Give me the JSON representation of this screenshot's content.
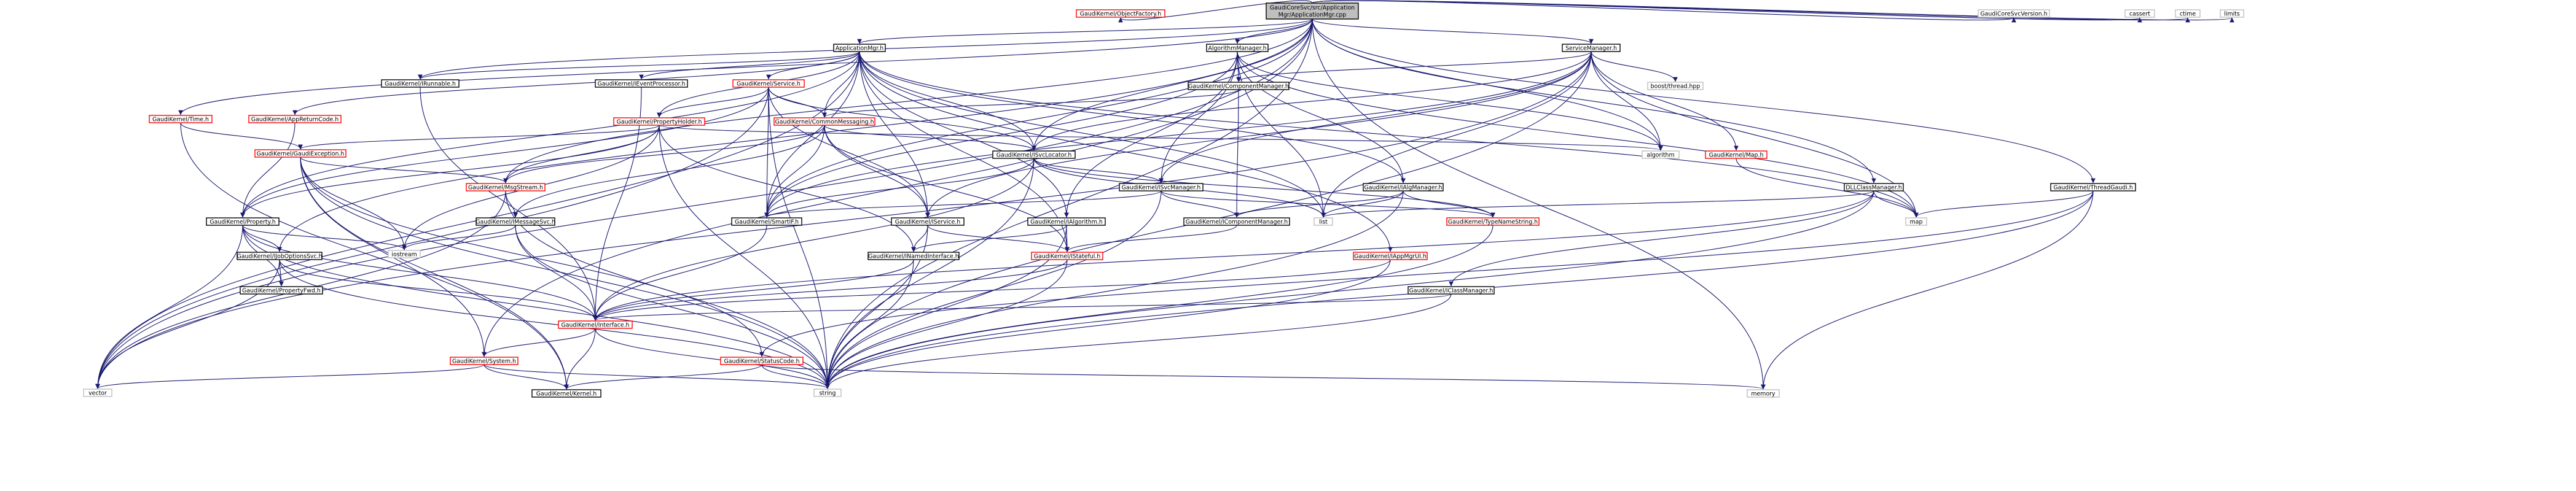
{
  "colors": {
    "edge": "#191970",
    "node_border_normal": "#000000",
    "node_border_linked": "#bfbfbf",
    "node_border_missing": "#ff0000",
    "node_fill": "#ffffff",
    "root_fill": "#bfbfbf",
    "text": "#000000"
  },
  "nodes": [
    {
      "id": "root",
      "label": "GaudiCoreSvc/src/ApplicationMgr/ApplicationMgr.cpp",
      "lines": [
        "GaudiCoreSvc/src/Application",
        "Mgr/ApplicationMgr.cpp"
      ],
      "kind": "root"
    },
    {
      "id": "appmgr",
      "label": "ApplicationMgr.h",
      "kind": "normal"
    },
    {
      "id": "irunnable",
      "label": "GaudiKernel/IRunnable.h",
      "kind": "normal"
    },
    {
      "id": "ieventproc",
      "label": "GaudiKernel/IEventProcessor.h",
      "kind": "normal"
    },
    {
      "id": "service",
      "label": "GaudiKernel/Service.h",
      "kind": "missing"
    },
    {
      "id": "appret",
      "label": "GaudiKernel/AppReturnCode.h",
      "kind": "missing"
    },
    {
      "id": "time",
      "label": "GaudiKernel/Time.h",
      "kind": "missing"
    },
    {
      "id": "propholder",
      "label": "GaudiKernel/PropertyHolder.h",
      "kind": "missing"
    },
    {
      "id": "commonmsg",
      "label": "GaudiKernel/CommonMessaging.h",
      "kind": "missing"
    },
    {
      "id": "gaudiexc",
      "label": "GaudiKernel/GaudiException.h",
      "kind": "missing"
    },
    {
      "id": "msgstream",
      "label": "GaudiKernel/MsgStream.h",
      "kind": "missing"
    },
    {
      "id": "property",
      "label": "GaudiKernel/Property.h",
      "kind": "normal"
    },
    {
      "id": "imsgsvc",
      "label": "GaudiKernel/IMessageSvc.h",
      "kind": "normal"
    },
    {
      "id": "smartif",
      "label": "GaudiKernel/SmartIF.h",
      "kind": "normal"
    },
    {
      "id": "ijoboptions",
      "label": "GaudiKernel/IJobOptionsSvc.h",
      "kind": "normal"
    },
    {
      "id": "propfwd",
      "label": "GaudiKernel/PropertyFwd.h",
      "kind": "normal"
    },
    {
      "id": "iostream",
      "label": "iostream",
      "kind": "linked"
    },
    {
      "id": "interface",
      "label": "GaudiKernel/Interface.h",
      "kind": "missing"
    },
    {
      "id": "system",
      "label": "GaudiKernel/System.h",
      "kind": "missing"
    },
    {
      "id": "vector",
      "label": "vector",
      "kind": "linked"
    },
    {
      "id": "kernel",
      "label": "GaudiKernel/Kernel.h",
      "kind": "normal"
    },
    {
      "id": "string",
      "label": "string",
      "kind": "linked"
    },
    {
      "id": "statuscode",
      "label": "GaudiKernel/StatusCode.h",
      "kind": "missing"
    },
    {
      "id": "memory",
      "label": "memory",
      "kind": "linked"
    },
    {
      "id": "objfactory",
      "label": "GaudiKernel/ObjectFactory.h",
      "kind": "missing"
    },
    {
      "id": "algmanager",
      "label": "AlgorithmManager.h",
      "kind": "normal"
    },
    {
      "id": "compmgr",
      "label": "GaudiKernel/ComponentManager.h",
      "kind": "normal"
    },
    {
      "id": "algorithm",
      "label": "algorithm",
      "kind": "linked"
    },
    {
      "id": "svclocator",
      "label": "GaudiKernel/ISvcLocator.h",
      "kind": "normal"
    },
    {
      "id": "isvcmanager",
      "label": "GaudiKernel/ISvcManager.h",
      "kind": "normal"
    },
    {
      "id": "ialgmanager",
      "label": "GaudiKernel/IAlgManager.h",
      "kind": "normal"
    },
    {
      "id": "iservice",
      "label": "GaudiKernel/IService.h",
      "kind": "normal"
    },
    {
      "id": "icompmgr",
      "label": "GaudiKernel/IComponentManager.h",
      "kind": "normal"
    },
    {
      "id": "ialgorithm",
      "label": "GaudiKernel/IAlgorithm.h",
      "kind": "normal"
    },
    {
      "id": "inamed",
      "label": "GaudiKernel/INamedInterface.h",
      "kind": "normal"
    },
    {
      "id": "istateful",
      "label": "GaudiKernel/IStateful.h",
      "kind": "missing"
    },
    {
      "id": "list",
      "label": "list",
      "kind": "linked"
    },
    {
      "id": "map",
      "label": "map",
      "kind": "linked"
    },
    {
      "id": "typename",
      "label": "GaudiKernel/TypeNameString.h",
      "kind": "missing"
    },
    {
      "id": "iappmgrui",
      "label": "GaudiKernel/IAppMgrUI.h",
      "kind": "missing"
    },
    {
      "id": "svcmanager",
      "label": "ServiceManager.h",
      "kind": "normal"
    },
    {
      "id": "boostthread",
      "label": "boost/thread.hpp",
      "kind": "linked"
    },
    {
      "id": "gkmap",
      "label": "GaudiKernel/Map.h",
      "kind": "missing"
    },
    {
      "id": "dllclassmgr",
      "label": "DLLClassManager.h",
      "kind": "normal"
    },
    {
      "id": "iclassmgr",
      "label": "GaudiKernel/IClassManager.h",
      "kind": "normal"
    },
    {
      "id": "threadgaudi",
      "label": "GaudiKernel/ThreadGaudi.h",
      "kind": "normal"
    },
    {
      "id": "version",
      "label": "GaudiCoreSvcVersion.h",
      "kind": "linked"
    },
    {
      "id": "cassert",
      "label": "cassert",
      "kind": "linked"
    },
    {
      "id": "ctime",
      "label": "ctime",
      "kind": "linked"
    },
    {
      "id": "limits",
      "label": "limits",
      "kind": "linked"
    }
  ],
  "edges": [
    [
      "root",
      "irunnable"
    ],
    [
      "root",
      "appmgr"
    ],
    [
      "root",
      "objfactory"
    ],
    [
      "root",
      "algmanager"
    ],
    [
      "root",
      "svcmanager"
    ],
    [
      "root",
      "version"
    ],
    [
      "root",
      "cassert"
    ],
    [
      "root",
      "ctime"
    ],
    [
      "root",
      "limits"
    ],
    [
      "root",
      "time"
    ],
    [
      "root",
      "msgstream"
    ],
    [
      "root",
      "ijoboptions"
    ],
    [
      "root",
      "smartif"
    ],
    [
      "root",
      "dllclassmgr"
    ],
    [
      "root",
      "threadgaudi"
    ],
    [
      "root",
      "svclocator"
    ],
    [
      "root",
      "system"
    ],
    [
      "root",
      "string"
    ],
    [
      "root",
      "memory"
    ],
    [
      "root",
      "vector"
    ],
    [
      "root",
      "algorithm"
    ],
    [
      "appmgr",
      "irunnable"
    ],
    [
      "appmgr",
      "ieventproc"
    ],
    [
      "appmgr",
      "service"
    ],
    [
      "appmgr",
      "appret"
    ],
    [
      "appmgr",
      "propholder"
    ],
    [
      "appmgr",
      "commonmsg"
    ],
    [
      "appmgr",
      "svclocator"
    ],
    [
      "appmgr",
      "ialgmanager"
    ],
    [
      "appmgr",
      "iservice"
    ],
    [
      "appmgr",
      "ialgorithm"
    ],
    [
      "appmgr",
      "iappmgrui"
    ],
    [
      "appmgr",
      "istateful"
    ],
    [
      "appmgr",
      "property"
    ],
    [
      "appmgr",
      "smartif"
    ],
    [
      "appmgr",
      "list"
    ],
    [
      "appmgr",
      "vector"
    ],
    [
      "appmgr",
      "map"
    ],
    [
      "irunnable",
      "interface"
    ],
    [
      "ieventproc",
      "interface"
    ],
    [
      "service",
      "commonmsg"
    ],
    [
      "service",
      "propholder"
    ],
    [
      "service",
      "iservice"
    ],
    [
      "service",
      "svclocator"
    ],
    [
      "service",
      "smartif"
    ],
    [
      "service",
      "string"
    ],
    [
      "service",
      "property"
    ],
    [
      "service",
      "vector"
    ],
    [
      "appret",
      "property"
    ],
    [
      "time",
      "gaudiexc"
    ],
    [
      "time",
      "kernel"
    ],
    [
      "propholder",
      "gaudiexc"
    ],
    [
      "propholder",
      "property"
    ],
    [
      "propholder",
      "msgstream"
    ],
    [
      "propholder",
      "iostream"
    ],
    [
      "propholder",
      "inamed"
    ],
    [
      "propholder",
      "algorithm"
    ],
    [
      "propholder",
      "string"
    ],
    [
      "commonmsg",
      "msgstream"
    ],
    [
      "commonmsg",
      "imsgsvc"
    ],
    [
      "commonmsg",
      "svclocator"
    ],
    [
      "commonmsg",
      "iservice"
    ],
    [
      "commonmsg",
      "smartif"
    ],
    [
      "commonmsg",
      "istateful"
    ],
    [
      "gaudiexc",
      "msgstream"
    ],
    [
      "gaudiexc",
      "statuscode"
    ],
    [
      "gaudiexc",
      "system"
    ],
    [
      "gaudiexc",
      "iostream"
    ],
    [
      "gaudiexc",
      "kernel"
    ],
    [
      "gaudiexc",
      "string"
    ],
    [
      "msgstream",
      "imsgsvc"
    ],
    [
      "msgstream",
      "vector"
    ],
    [
      "msgstream",
      "string"
    ],
    [
      "property",
      "ijoboptions"
    ],
    [
      "property",
      "propfwd"
    ],
    [
      "property",
      "interface"
    ],
    [
      "property",
      "iostream"
    ],
    [
      "property",
      "vector"
    ],
    [
      "property",
      "string"
    ],
    [
      "imsgsvc",
      "interface"
    ],
    [
      "imsgsvc",
      "iostream"
    ],
    [
      "imsgsvc",
      "string"
    ],
    [
      "smartif",
      "interface"
    ],
    [
      "ijoboptions",
      "propfwd"
    ],
    [
      "ijoboptions",
      "interface"
    ],
    [
      "ijoboptions",
      "vector"
    ],
    [
      "ijoboptions",
      "string"
    ],
    [
      "interface",
      "system"
    ],
    [
      "interface",
      "kernel"
    ],
    [
      "interface",
      "string"
    ],
    [
      "system",
      "kernel"
    ],
    [
      "system",
      "vector"
    ],
    [
      "system",
      "string"
    ],
    [
      "statuscode",
      "kernel"
    ],
    [
      "statuscode",
      "string"
    ],
    [
      "statuscode",
      "memory"
    ],
    [
      "algmanager",
      "compmgr"
    ],
    [
      "algmanager",
      "ialgmanager"
    ],
    [
      "algmanager",
      "isvcmanager"
    ],
    [
      "algmanager",
      "ialgorithm"
    ],
    [
      "algmanager",
      "list"
    ],
    [
      "algmanager",
      "map"
    ],
    [
      "algmanager",
      "smartif"
    ],
    [
      "algmanager",
      "algorithm"
    ],
    [
      "compmgr",
      "icompmgr"
    ],
    [
      "compmgr",
      "commonmsg"
    ],
    [
      "svclocator",
      "isvcmanager"
    ],
    [
      "svclocator",
      "typename"
    ],
    [
      "svclocator",
      "smartif"
    ],
    [
      "svclocator",
      "interface"
    ],
    [
      "svclocator",
      "string"
    ],
    [
      "svclocator",
      "list"
    ],
    [
      "isvcmanager",
      "icompmgr"
    ],
    [
      "isvcmanager",
      "smartif"
    ],
    [
      "isvcmanager",
      "typename"
    ],
    [
      "isvcmanager",
      "string"
    ],
    [
      "ialgmanager",
      "icompmgr"
    ],
    [
      "ialgmanager",
      "typename"
    ],
    [
      "ialgmanager",
      "list"
    ],
    [
      "ialgmanager",
      "string"
    ],
    [
      "iservice",
      "inamed"
    ],
    [
      "iservice",
      "istateful"
    ],
    [
      "iservice",
      "string"
    ],
    [
      "icompmgr",
      "istateful"
    ],
    [
      "ialgorithm",
      "inamed"
    ],
    [
      "ialgorithm",
      "istateful"
    ],
    [
      "ialgorithm",
      "string"
    ],
    [
      "inamed",
      "interface"
    ],
    [
      "inamed",
      "string"
    ],
    [
      "istateful",
      "interface"
    ],
    [
      "istateful",
      "string"
    ],
    [
      "typename",
      "string"
    ],
    [
      "iappmgrui",
      "interface"
    ],
    [
      "iappmgrui",
      "string"
    ],
    [
      "svcmanager",
      "compmgr"
    ],
    [
      "svcmanager",
      "boostthread"
    ],
    [
      "svcmanager",
      "gkmap"
    ],
    [
      "svcmanager",
      "svclocator"
    ],
    [
      "svcmanager",
      "isvcmanager"
    ],
    [
      "svcmanager",
      "iservice"
    ],
    [
      "svcmanager",
      "list"
    ],
    [
      "svcmanager",
      "map"
    ],
    [
      "svcmanager",
      "algorithm"
    ],
    [
      "svcmanager",
      "smartif"
    ],
    [
      "svcmanager",
      "vector"
    ],
    [
      "svcmanager",
      "string"
    ],
    [
      "gkmap",
      "map"
    ],
    [
      "dllclassmgr",
      "iclassmgr"
    ],
    [
      "dllclassmgr",
      "list"
    ],
    [
      "dllclassmgr",
      "map"
    ],
    [
      "dllclassmgr",
      "string"
    ],
    [
      "dllclassmgr",
      "interface"
    ],
    [
      "iclassmgr",
      "interface"
    ],
    [
      "iclassmgr",
      "string"
    ],
    [
      "threadgaudi",
      "map"
    ],
    [
      "threadgaudi",
      "string"
    ],
    [
      "threadgaudi",
      "memory"
    ],
    [
      "threadgaudi",
      "statuscode"
    ]
  ]
}
